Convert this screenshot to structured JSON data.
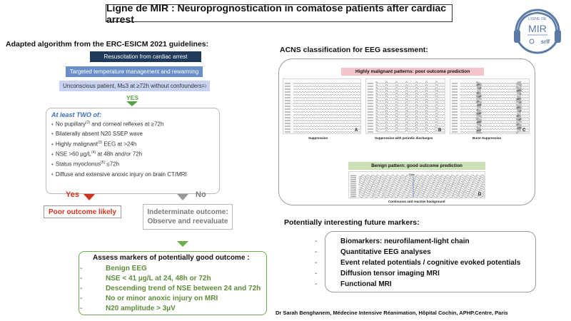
{
  "title": "Ligne de MIR : Neuroprognostication in comatose patients after cardiac arrest",
  "logo": {
    "top_text": "LIGNE DE",
    "main_text": "MIR",
    "org_text": "srlf",
    "colors": {
      "ring": "#5b79a7",
      "accent": "#5b79a7"
    }
  },
  "left": {
    "heading": "Adapted algorithm from the ERC-ESICM 2021 guidelines:",
    "steps": [
      "Resuscitation from cardiac arrest",
      "Targeted temperature management and rewarming",
      "Unconscious patient, M≤3 at ≥72h without confounders"
    ],
    "step3_sup": "(1)",
    "yes_label": "YES",
    "criteria_title": "At least TWO of:",
    "criteria": [
      {
        "text": "No pupillary",
        "sup": "(2)",
        "rest": " and corneal reflexes at ≥72h"
      },
      {
        "text": "Bilaterally absent N20 SSEP wave",
        "sup": "",
        "rest": ""
      },
      {
        "text": "Highly malignant",
        "sup": "(3)",
        "rest": " EEG at >24h"
      },
      {
        "text": "NSE >60 µg/L",
        "sup": "(4)",
        "rest": " at 48h and/or 72h"
      },
      {
        "text": "Status myoclonus",
        "sup": "(5)",
        "rest": " ≤72h"
      },
      {
        "text": "Diffuse and extensive anoxic injury on brain CT/MRI",
        "sup": "",
        "rest": ""
      }
    ],
    "yes_outcome_label": "Yes",
    "no_outcome_label": "No",
    "poor_outcome": "Poor outcome likely",
    "indeterminate_line1": "Indeterminate outcome:",
    "indeterminate_line2": "Observe and reevaluate",
    "assess_title": "Assess markers of potentially good outcome :",
    "assess_items": [
      "Benign EEG",
      "NSE < 41 µg/L at 24, 48h or 72h",
      "Descending trend of NSE between 24 and 72h",
      "No or minor anoxic injury on MRI",
      "N20 amplitude > 3µV"
    ],
    "colors": {
      "green": "#5f8d3a",
      "red": "#d0321d",
      "grey": "#7a7a7a",
      "blue_title": "#3a6fc4"
    }
  },
  "right": {
    "heading": "ACNS classification for EEG assessment:",
    "malignant_label": "Highly malignant patterns: poor outcome prediction",
    "benign_label": "Benign pattern: good outcome prediction",
    "panels": [
      {
        "caption": "Suppression",
        "letter": "A"
      },
      {
        "caption": "Suppression with periodic discharges",
        "letter": "B"
      },
      {
        "caption": "Burst Suppression",
        "letter": "C"
      },
      {
        "caption": "Continuous and reactive background",
        "letter": "D"
      }
    ],
    "stim_label": "Stim",
    "markers_heading": "Potentially interesting future markers:",
    "markers": [
      "Biomarkers: neurofilament-light chain",
      "Quantitative EEG analyses",
      "Event related potentials / cognitive evoked potentials",
      "Diffusion tensor imaging MRI",
      "Functional MRI"
    ]
  },
  "footer": "Dr Sarah Benghanem, Médecine Intensive Réanimation, Hôpital Cochin, APHP.Centre, Paris"
}
